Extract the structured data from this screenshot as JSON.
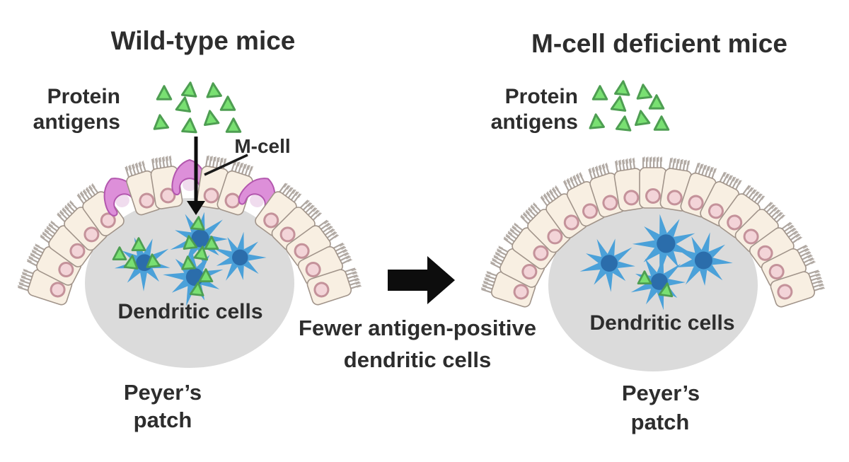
{
  "left_panel": {
    "title": "Wild-type mice",
    "protein_antigens_label": {
      "line1": "Protein",
      "line2": "antigens"
    },
    "m_cell_label": "M-cell",
    "dendritic_cells_label": "Dendritic cells",
    "peyers_patch_label": {
      "line1": "Peyer’s",
      "line2": "patch"
    },
    "counts": {
      "free_antigens": 9,
      "m_cells": 3,
      "dendritic_cells": 4,
      "antigen_positive_dendritic_cells": 3,
      "internalized_antigens": 11
    }
  },
  "right_panel": {
    "title": "M-cell deficient mice",
    "protein_antigens_label": {
      "line1": "Protein",
      "line2": "antigens"
    },
    "dendritic_cells_label": "Dendritic cells",
    "peyers_patch_label": {
      "line1": "Peyer’s",
      "line2": "patch"
    },
    "counts": {
      "free_antigens": 9,
      "m_cells": 0,
      "dendritic_cells": 4,
      "antigen_positive_dendritic_cells": 1,
      "internalized_antigens": 2
    }
  },
  "transition": {
    "caption": {
      "line1": "Fewer antigen-positive",
      "line2": "dendritic cells"
    }
  },
  "colors": {
    "background": "#ffffff",
    "text": "#2d2d2d",
    "antigen_fill": "#79e072",
    "antigen_stroke": "#4e9e52",
    "dendritic_cell_fill": "#4ba1d9",
    "dendritic_cell_nucleus": "#2b6dab",
    "peyers_patch_fill": "#dbdbdb",
    "epithelial_cell_fill": "#f8efe2",
    "epithelial_cell_stroke": "#a1948a",
    "epithelial_nucleus_fill": "#f3d4d8",
    "epithelial_nucleus_ring": "#c4929a",
    "brush_border": "#aaa29b",
    "m_cell_fill": "#dd8fd9",
    "m_cell_stroke": "#b357ae",
    "arrow": "#0d0d0d"
  }
}
